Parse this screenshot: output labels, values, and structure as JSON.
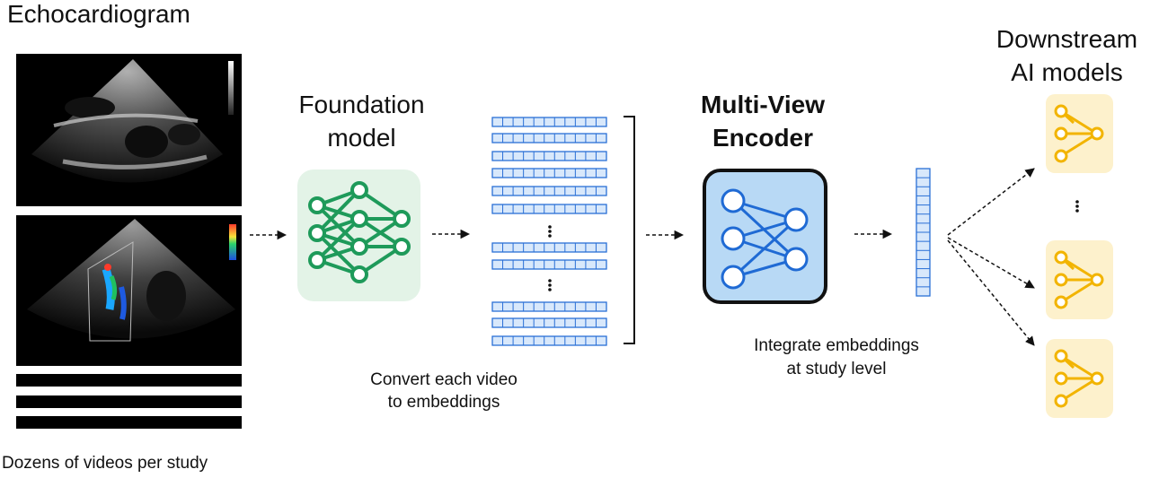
{
  "labels": {
    "echocardiogram": "Echocardiogram",
    "foundation_line1": "Foundation",
    "foundation_line2": "model",
    "encoder_line1": "Multi-View",
    "encoder_line2": "Encoder",
    "downstream_line1": "Downstream",
    "downstream_line2": "AI models",
    "videos_caption": "Dozens of videos per study",
    "convert_line1": "Convert each video",
    "convert_line2": "to embeddings",
    "integrate_line1": "Integrate embeddings",
    "integrate_line2": "at study level"
  },
  "colors": {
    "foundation_fill": "#e3f3e7",
    "foundation_net": "#1e9a5a",
    "embedding_stroke": "#2a6fd6",
    "embedding_fill": "#d8e8fb",
    "encoder_fill": "#b8d9f5",
    "encoder_border": "#111111",
    "encoder_net": "#1f6ad4",
    "downstream_fill": "#fdf1cc",
    "downstream_net": "#f2b400"
  },
  "icons": [
    "echo-image-icon",
    "neural-network-icon",
    "tree-network-icon",
    "arrow-icon",
    "vertical-ellipsis-icon"
  ]
}
